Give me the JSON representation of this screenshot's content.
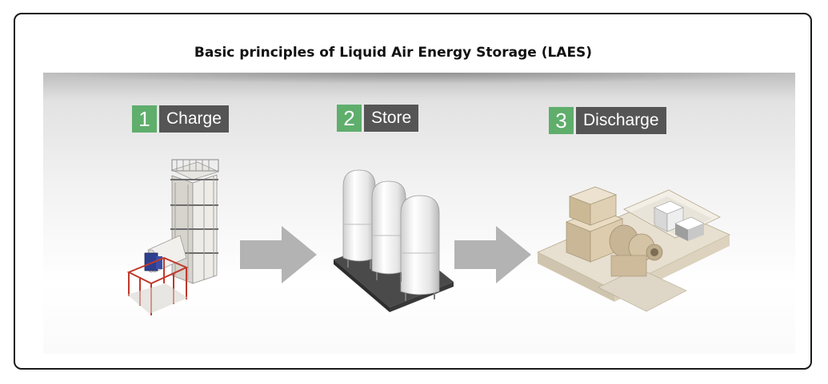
{
  "title": "Basic principles of Liquid Air Energy Storage (LAES)",
  "steps": [
    {
      "number": "1",
      "label": "Charge"
    },
    {
      "number": "2",
      "label": "Store"
    },
    {
      "number": "3",
      "label": "Discharge"
    }
  ],
  "colors": {
    "step_number_bg": "#5fae6c",
    "step_label_bg": "#555555",
    "arrow": "#b3b3b3"
  }
}
